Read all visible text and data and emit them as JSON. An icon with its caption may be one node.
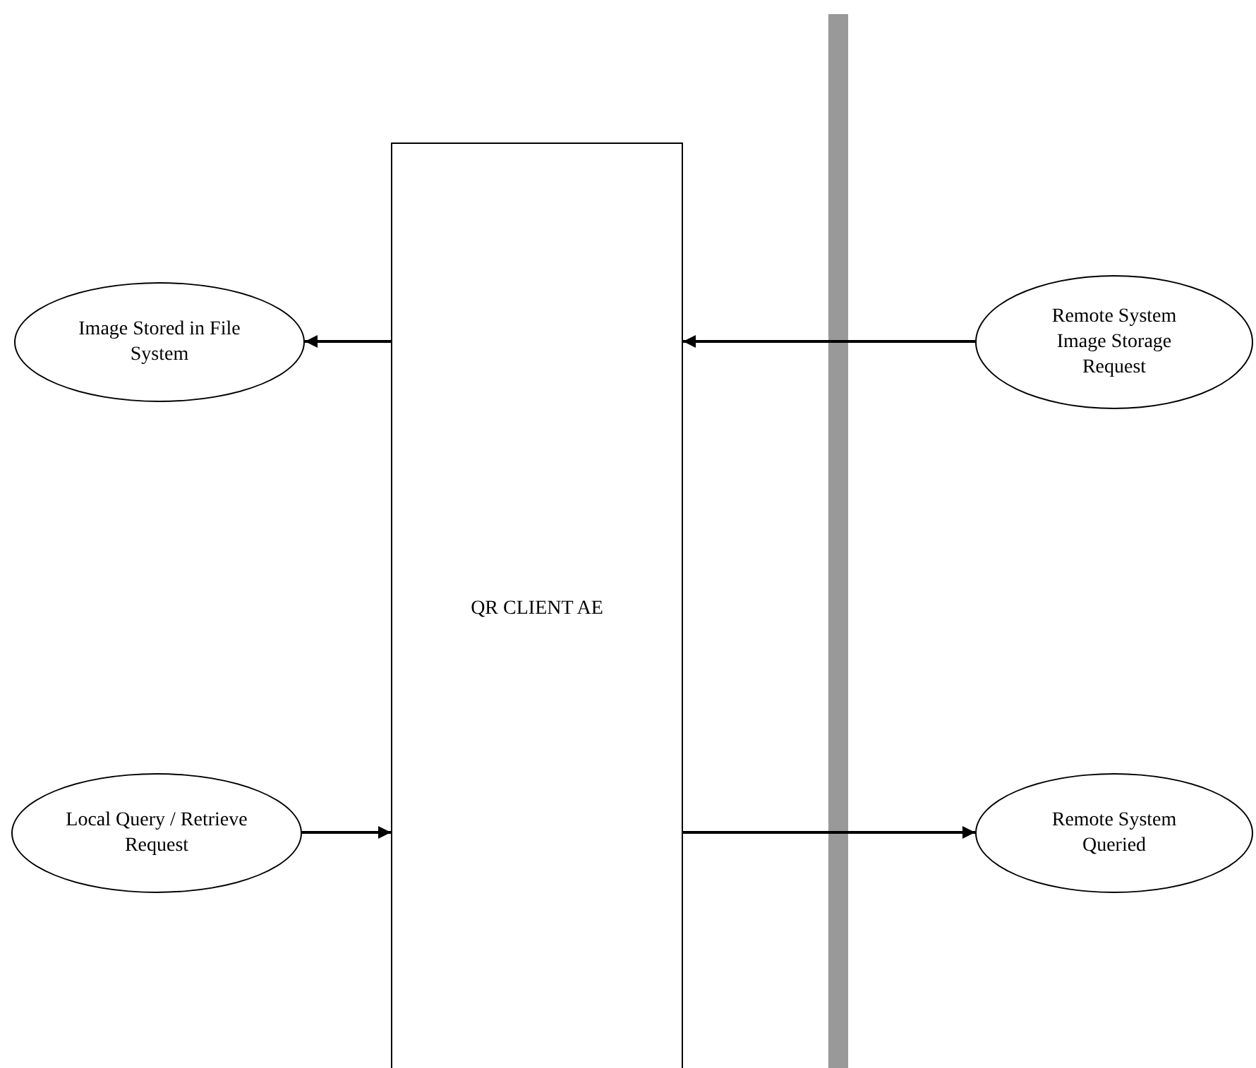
{
  "diagram": {
    "nodes": [
      {
        "text": [
          "Image Stored in File System"
        ]
      },
      {
        "text": [
          "Remote System Image Storage Request"
        ]
      },
      {
        "text": [
          "QR CLIENT AE"
        ]
      },
      {
        "text": [
          "Local Query / Retrieve Request"
        ]
      },
      {
        "text": [
          "Remote System Queried"
        ]
      }
    ],
    "edges": [
      {
        "from": 2,
        "to": 0,
        "arrow": "to"
      },
      {
        "from": 1,
        "to": 2,
        "arrow": "to"
      },
      {
        "from": 3,
        "to": 2,
        "arrow": "to"
      },
      {
        "from": 2,
        "to": 4,
        "arrow": "to"
      }
    ]
  }
}
